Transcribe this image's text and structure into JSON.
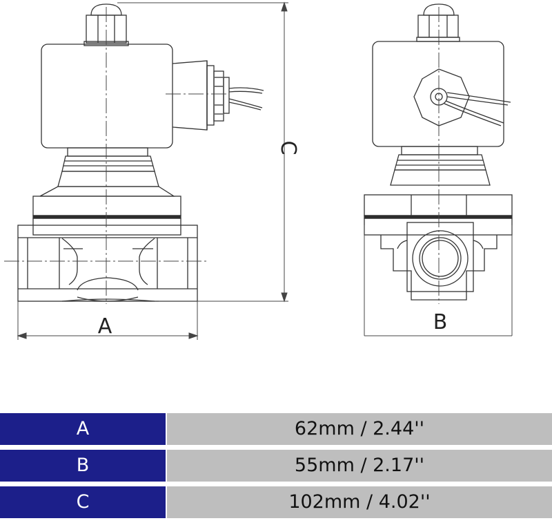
{
  "diagram": {
    "labels": {
      "a": "A",
      "b": "B",
      "c": "C"
    }
  },
  "specs": [
    {
      "key": "A",
      "value": "62mm / 2.44''"
    },
    {
      "key": "B",
      "value": "55mm / 2.17''"
    },
    {
      "key": "C",
      "value": "102mm / 4.02''"
    }
  ],
  "colors": {
    "key_bg": "#1c1f8a",
    "value_bg": "#bebebe",
    "line": "#333333"
  }
}
